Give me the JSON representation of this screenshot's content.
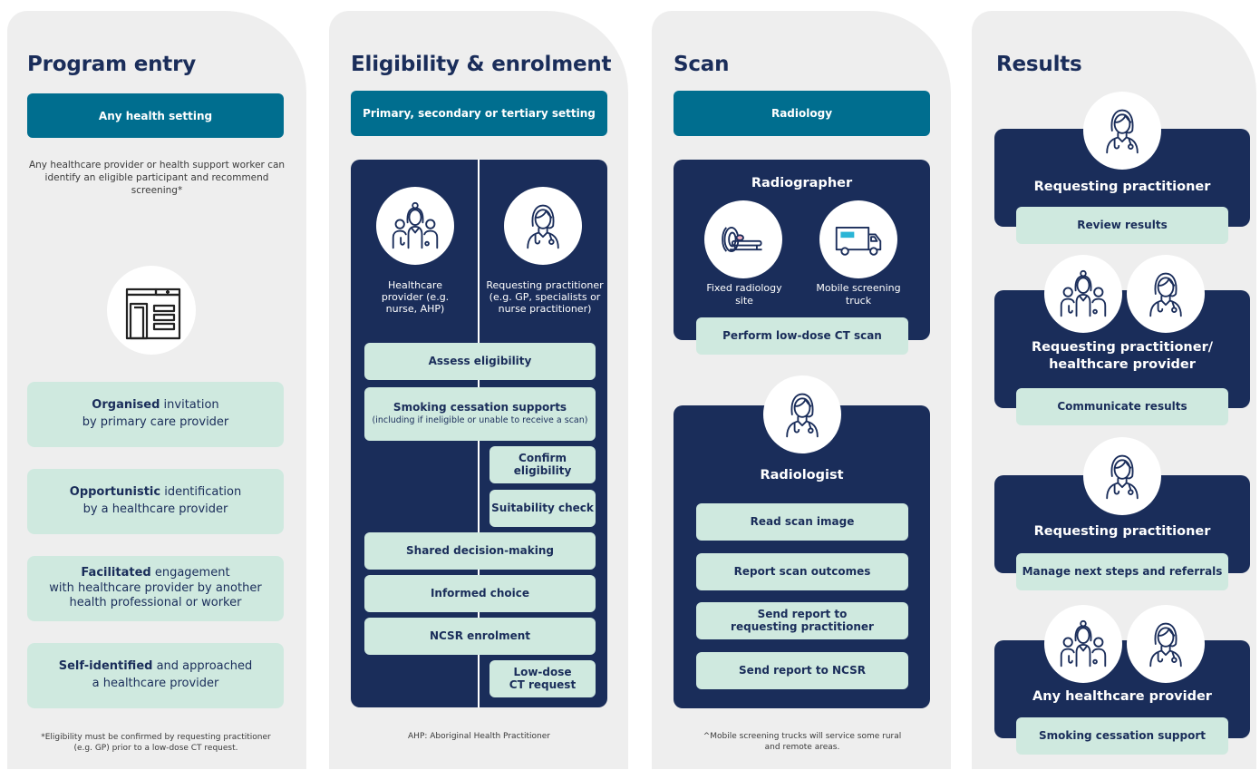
{
  "columns": {
    "entry": {
      "title": "Program entry",
      "setting": "Any health setting",
      "description": "Any healthcare provider or health support worker can identify an eligible participant and recommend screening*",
      "building_icon": "hospital-building-icon",
      "pathways": [
        {
          "bold": "Organised",
          "rest": " invitation",
          "line2": "by primary care provider"
        },
        {
          "bold": "Opportunistic",
          "rest": " identification",
          "line2": "by a healthcare provider"
        },
        {
          "bold": "Facilitated",
          "rest": " engagement",
          "line2": "with healthcare provider by another health professional or worker"
        },
        {
          "bold": "Self-identified",
          "rest": " and approached",
          "line2": "a healthcare provider"
        }
      ],
      "footnote": "*Eligibility must be confirmed by requesting practitioner (e.g. GP) prior to a low-dose CT request."
    },
    "eligibility": {
      "title": "Eligibility & enrolment",
      "setting": "Primary, secondary or tertiary setting",
      "left_role": "Healthcare provider (e.g. nurse, AHP)",
      "right_role": "Requesting practitioner (e.g. GP, specialists or nurse practitioner)",
      "steps": {
        "assess": "Assess eligibility",
        "smoking": "Smoking cessation supports",
        "smoking_sub": "(including if ineligible or unable to receive a scan)",
        "confirm": "Confirm eligibility",
        "suitability": "Suitability check",
        "shared": "Shared decision-making",
        "informed": "Informed choice",
        "enrolment": "NCSR enrolment",
        "ct_request": "Low-dose CT request"
      },
      "footnote": "AHP: Aboriginal Health Practitioner"
    },
    "scan": {
      "title": "Scan",
      "setting": "Radiology",
      "radiographer": "Radiographer",
      "fixed_site": "Fixed radiology site",
      "mobile_truck": "Mobile screening truck",
      "perform": "Perform low-dose CT scan",
      "radiologist": "Radiologist",
      "steps": [
        "Read scan image",
        "Report scan outcomes",
        "Send report to requesting practitioner",
        "Send report to NCSR"
      ],
      "footnote": "^Mobile screening trucks will service some rural and remote areas."
    },
    "results": {
      "title": "Results",
      "blocks": [
        {
          "role": "Requesting practitioner",
          "action": "Review results"
        },
        {
          "role": "Requesting practitioner/ healthcare provider",
          "action": "Communicate results"
        },
        {
          "role": "Requesting practitioner",
          "action": "Manage next steps and referrals"
        },
        {
          "role": "Any healthcare provider",
          "action": "Smoking cessation support"
        }
      ]
    }
  },
  "colors": {
    "navy": "#1a2d5a",
    "teal": "#006e8f",
    "mint": "#cfe9df",
    "panel": "#eeeeee"
  }
}
